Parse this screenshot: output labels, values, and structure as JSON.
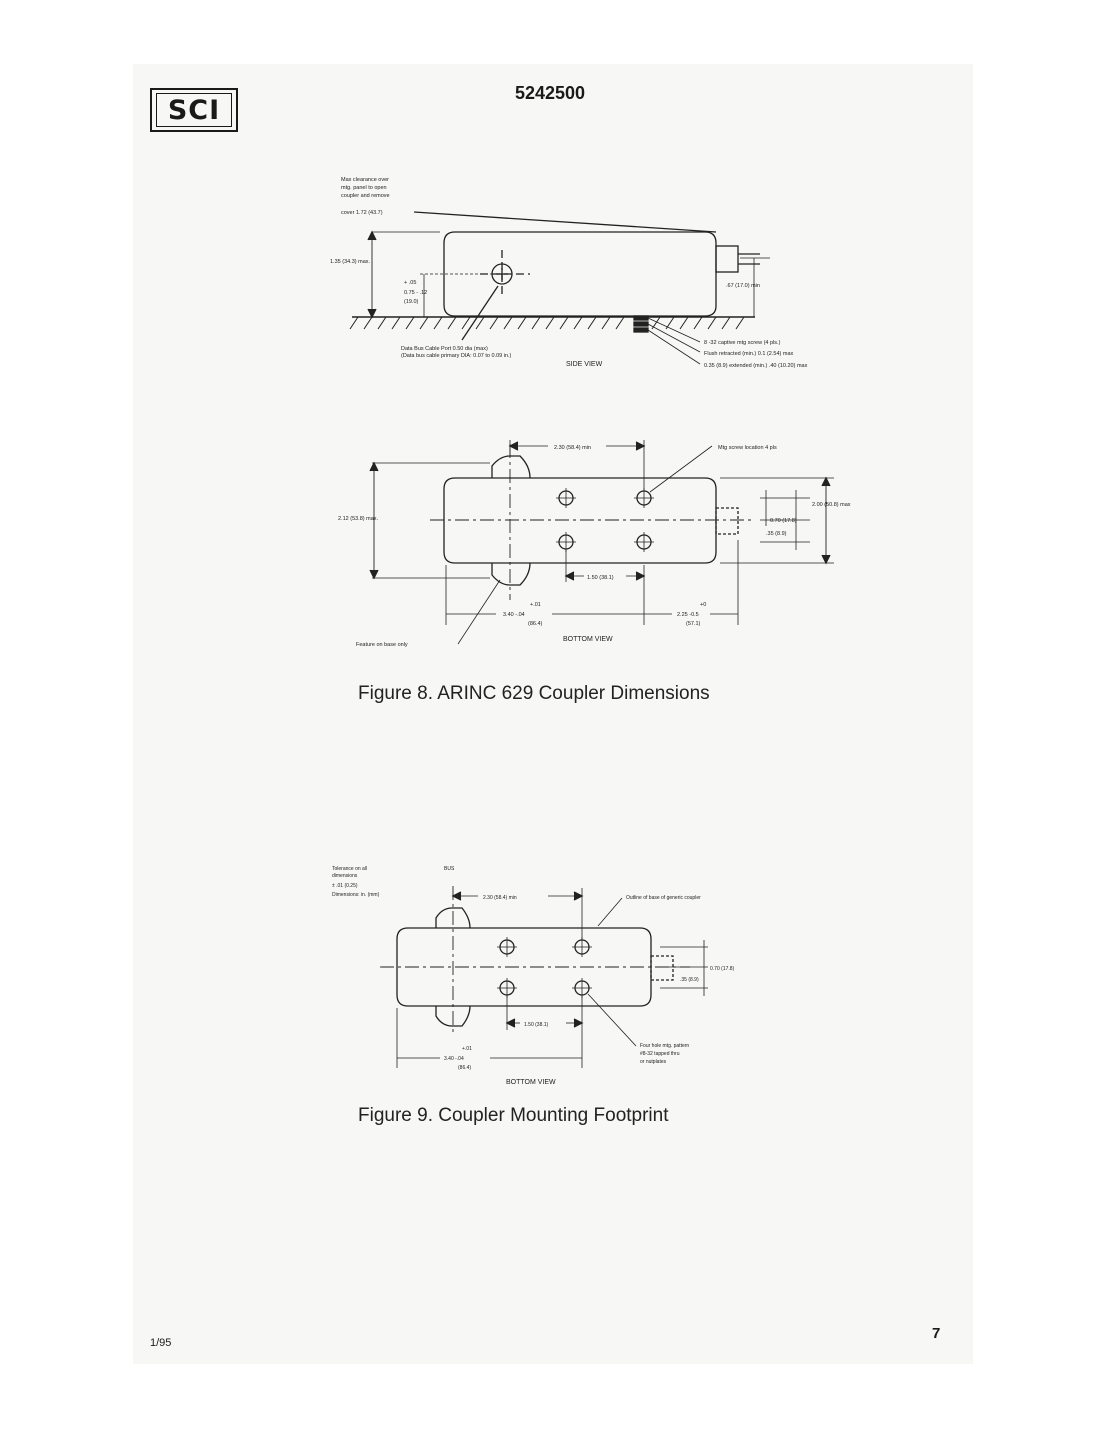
{
  "header": {
    "logo_text": "SCI",
    "part_number": "5242500"
  },
  "figure8": {
    "caption": "Figure 8. ARINC 629 Coupler Dimensions",
    "side_view": {
      "view_label": "SIDE VIEW",
      "note_clearance": [
        "Max clearance over",
        "mtg. panel to open",
        "coupler and remove",
        "cover 1.72 (43.7)"
      ],
      "height": "1.35 (34.3) max.",
      "port_tol_plus": "+ .05",
      "port_height": "0.75 - .12",
      "port_mm": "(19.0)",
      "connector_height": ".67 (17.0) min",
      "note_port": [
        "Data Bus Cable Port 0.50 dia (max)",
        "(Data bus cable primary DIA: 0.07 to 0.09 in.)"
      ],
      "note_screws": [
        "8 -32 captive mtg screw (4 pls.)",
        "Flush retracted (min.) 0.1 (2.54) max",
        "0.35 (8.9) extended (min.) .40 (10.20) max"
      ]
    },
    "bottom_view": {
      "view_label": "BOTTOM VIEW",
      "width_top": "2.30 (58.4) min",
      "screw_loc": "Mtg screw location 4 pls",
      "height": "2.12 (53.8) max.",
      "right_height": "2.00 (50.8) max",
      "spacing_a": "0.70 (17.8)",
      "spacing_b": ".35 (8.9)",
      "hole_pitch": "1.50 (38.1)",
      "len_a_tol": "+.01",
      "len_a": "3.40 -.04",
      "len_a_mm": "(86.4)",
      "len_b_tol": "+0",
      "len_b": "2.25 -0.5",
      "len_b_mm": "(57.1)",
      "feature_note": "Feature on base only"
    }
  },
  "figure9": {
    "caption": "Figure 9. Coupler Mounting Footprint",
    "tolerance_note": [
      "Tolerance on all",
      "dimensions",
      "± .01 (0.25)",
      "Dimensions: in. (mm)"
    ],
    "bus_label": "BUS",
    "width_top": "2.30 (58.4) min",
    "outline_note": "Outline of base of generic coupler",
    "spacing_a": "0.70 (17.8)",
    "spacing_b": ".35 (8.9)",
    "hole_pitch": "1.50 (38.1)",
    "len_tol": "+.01",
    "len": "3.40 -.04",
    "len_mm": "(86.4)",
    "hole_note": [
      "Four hole mtg. pattern",
      "#8-32 tapped thru",
      "or nutplates"
    ],
    "view_label": "BOTTOM VIEW"
  },
  "footer": {
    "date": "1/95",
    "page_number": "7"
  }
}
